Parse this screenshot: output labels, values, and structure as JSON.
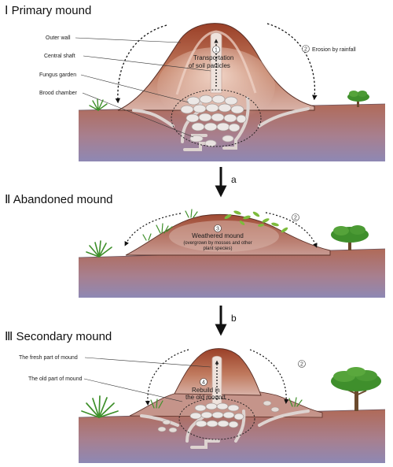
{
  "panels": {
    "primary": {
      "title": "Ⅰ  Primary mound",
      "labels": {
        "outer_wall": "Outer wall",
        "central_shaft": "Central shaft",
        "fungus_garden": "Fungus garden",
        "brood_chamber": "Brood chamber"
      },
      "marker_1": "1",
      "transport_line1": "Transportation",
      "transport_line2": "of soil particles",
      "marker_2": "2",
      "erosion": "Erosion by rainfall"
    },
    "abandoned": {
      "title": "Ⅱ  Abandoned mound",
      "marker_3": "3",
      "weathered": "Weathered mound",
      "overgrown_line1": "(overgrown by mosses and other",
      "overgrown_line2": "plant species)",
      "marker_2": "2"
    },
    "secondary": {
      "title": "Ⅲ  Secondary mound",
      "labels": {
        "fresh_part": "The fresh part of mound",
        "old_part": "The old part of mound"
      },
      "marker_4": "4",
      "rebuild_line1": "Rebuild in",
      "rebuild_line2": "the old mound",
      "marker_2": "2"
    }
  },
  "transitions": {
    "a": "a",
    "b": "b"
  },
  "colors": {
    "soil_top": "#b06a58",
    "soil_bottom": "#8e88b4",
    "mound_dark": "#9a3f27",
    "mound_light": "#e4b7a3",
    "tunnel": "#ddd3d0",
    "plant_green": "#3e8f2a",
    "leaf_green": "#7dbb3c"
  },
  "icons": [
    "tree-icon",
    "grass-icon",
    "moss-icon",
    "arrow-down-icon"
  ]
}
